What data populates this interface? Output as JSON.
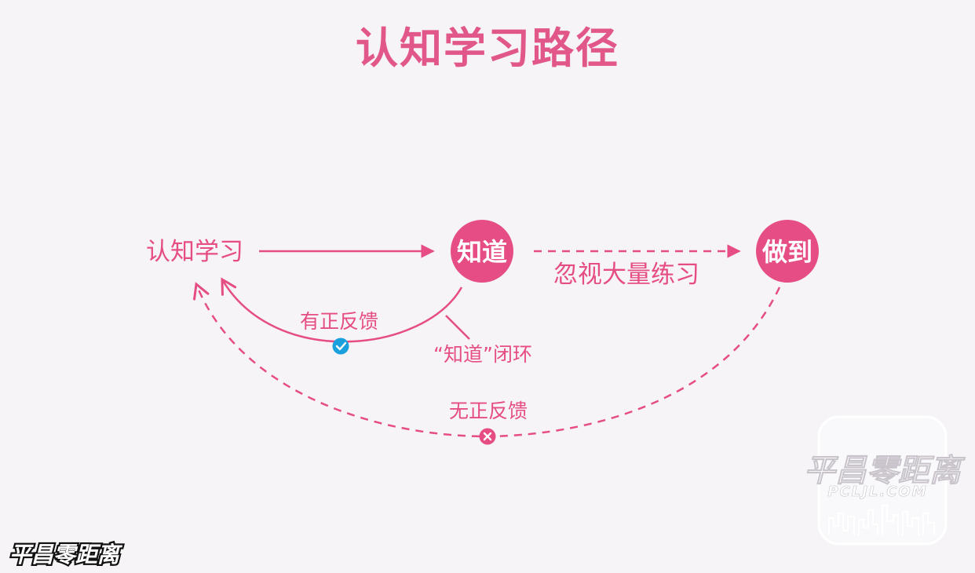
{
  "title": "认知学习路径",
  "nodes": {
    "start": "认知学习",
    "know": "知道",
    "do": "做到"
  },
  "labels": {
    "ignore_practice": "忽视大量练习",
    "positive_feedback": "有正反馈",
    "know_loop": "“知道”闭环",
    "no_positive_feedback": "无正反馈"
  },
  "watermark": {
    "brand": "平昌零距离",
    "url": "PCLJL.COM"
  },
  "corner_logo": "平昌零距离",
  "colors": {
    "accent": "#e64d84",
    "title": "#e2578a",
    "check": "#1aa0dd",
    "background": "#f6f4f7"
  }
}
